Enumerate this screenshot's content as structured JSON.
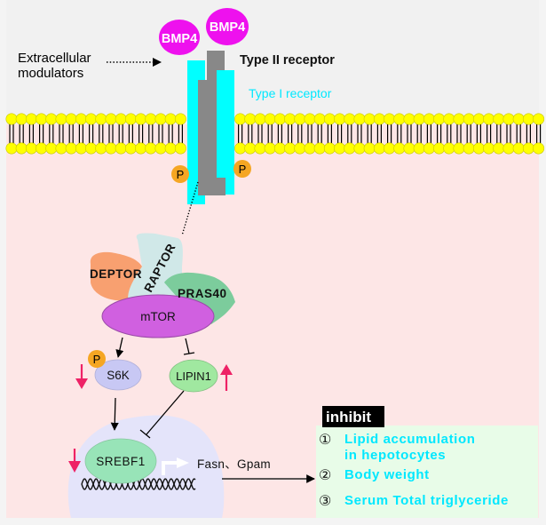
{
  "extracellular": {
    "modulators_line1": "Extracellular",
    "modulators_line2": "modulators"
  },
  "ligands": [
    {
      "label": "BMP4"
    },
    {
      "label": "BMP4"
    }
  ],
  "receptors": {
    "type2_label": "Type II receptor",
    "type1_label": "Type I receptor",
    "phospho_left": "P",
    "phospho_right": "P"
  },
  "complex": {
    "deptor": "DEPTOR",
    "raptor": "RAPTOR",
    "pras40": "PRAS40",
    "mtor": "mTOR"
  },
  "downstream": {
    "s6k": "S6K",
    "s6k_phospho": "P",
    "lipin1": "LIPIN1",
    "srebf1": "SREBF1",
    "targets": "Fasn、Gpam"
  },
  "outcome": {
    "header": "inhibit",
    "items": [
      {
        "num": "①",
        "line1": "Lipid accumulation",
        "line2": "in hepotocytes"
      },
      {
        "num": "②",
        "line1": "Body weight"
      },
      {
        "num": "③",
        "line1": "Serum Total triglyceride"
      }
    ]
  },
  "colors": {
    "background": "#f4f4f4",
    "cytoplasm": "#fde6e6",
    "nucleus": "#e4e4fa",
    "bmp4": "#ee11ee",
    "type1": "#00ffff",
    "type2": "#888888",
    "phospho": "#f5a623",
    "lipid_head": "#ffff00",
    "deptor": "#f8a070",
    "raptor": "#d0e8e8",
    "pras40": "#7ccc9c",
    "mtor": "#d060e0",
    "s6k": "#c8c8f4",
    "lipin1": "#a0e8a0",
    "srebf1": "#98e4b8",
    "arrow_red": "#ee2266",
    "outcome_bg": "#e8fce8",
    "outcome_text": "#00e8ff",
    "inhibit_bg": "#000000"
  }
}
